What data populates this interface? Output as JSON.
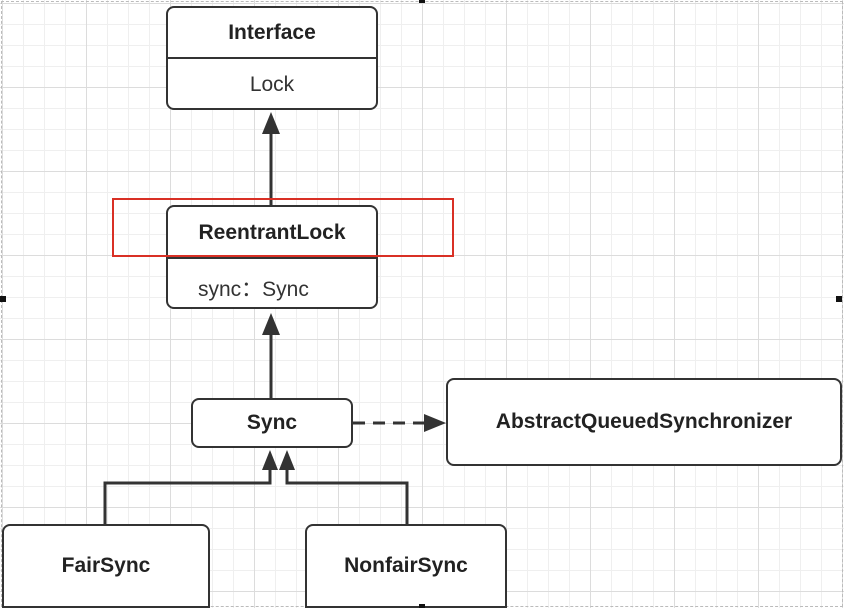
{
  "diagram": {
    "interface_box": {
      "stereotype": "Interface",
      "name": "Lock"
    },
    "reentrantlock_box": {
      "name": "ReentrantLock",
      "field": "sync：Sync"
    },
    "sync_box": {
      "name": "Sync"
    },
    "aqs_box": {
      "name": "AbstractQueuedSynchronizer"
    },
    "fairsync_box": {
      "name": "FairSync"
    },
    "nonfairsync_box": {
      "name": "NonfairSync"
    }
  },
  "colors": {
    "line": "#333333",
    "highlight": "#d93025",
    "grid": "#dcdcdc"
  }
}
